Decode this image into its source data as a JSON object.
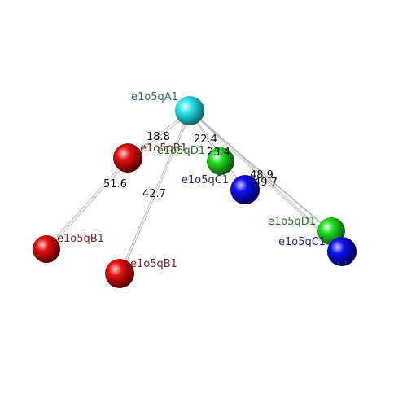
{
  "colors": {
    "cyan": "#2ee6ee",
    "red": "#e41010",
    "green": "#22dd22",
    "blue": "#1010ee",
    "label_cyan": "#2e6e70",
    "label_red": "#6e2a2a",
    "label_green": "#2a6e2a",
    "label_blue": "#2a2a6e",
    "bond": "#bbbbbb"
  },
  "atoms": {
    "a1": "e1o5qA1",
    "b1_top": "e1o5qB1",
    "b1_left": "e1o5qB1",
    "b1_mid": "e1o5qB1",
    "d1_top": "e1o5qD1",
    "c1_mid": "e1o5qC1",
    "d1_right": "e1o5qD1",
    "c1_right": "e1o5qC1"
  },
  "distances": {
    "d1": "18.8",
    "d2": "22.4",
    "d3": "23.4",
    "d4": "51.6",
    "d5": "42.7",
    "d6": "48.9",
    "d7": "49.7"
  }
}
